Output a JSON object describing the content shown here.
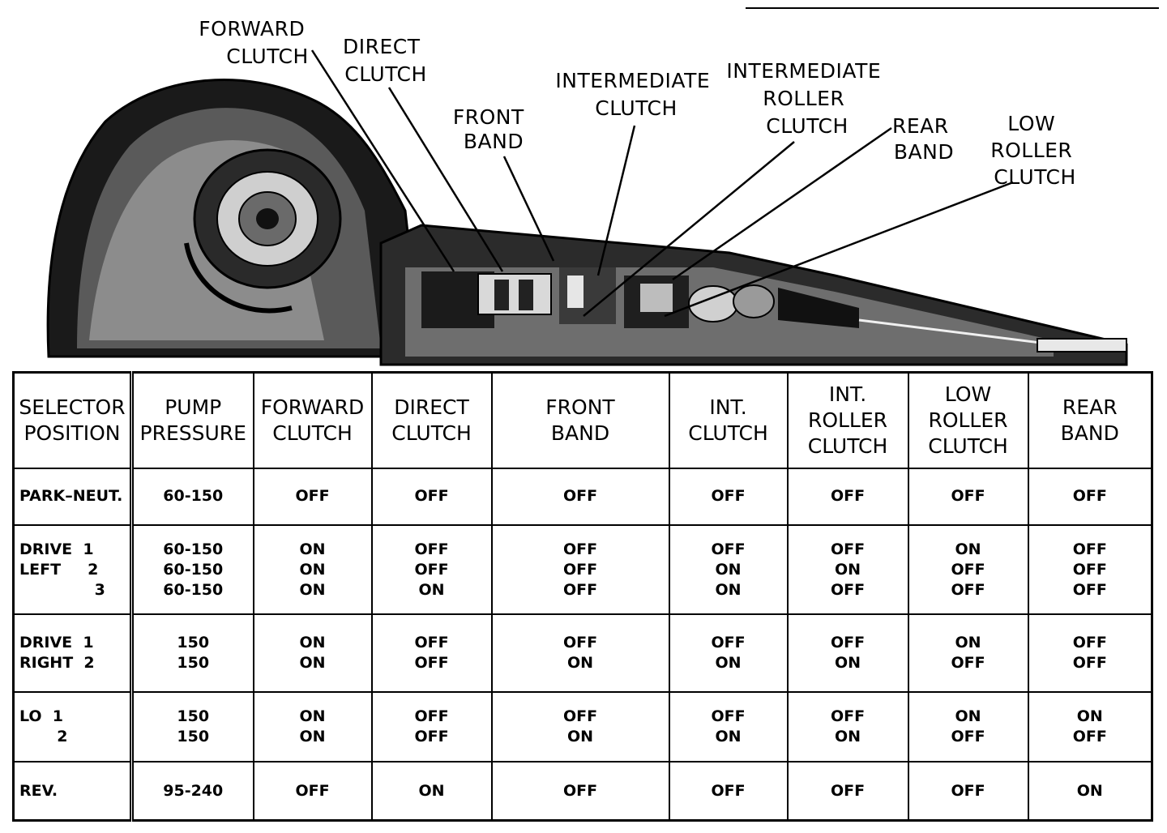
{
  "diagram": {
    "callouts": [
      {
        "key": "forward-clutch",
        "lines": [
          "FORWARD",
          "CLUTCH"
        ]
      },
      {
        "key": "direct-clutch",
        "lines": [
          "DIRECT",
          "CLUTCH"
        ]
      },
      {
        "key": "front-band",
        "lines": [
          "FRONT",
          "BAND"
        ]
      },
      {
        "key": "intermediate-clutch",
        "lines": [
          "INTERMEDIATE",
          "CLUTCH"
        ]
      },
      {
        "key": "intermediate-roller-clutch",
        "lines": [
          "INTERMEDIATE",
          "ROLLER",
          "CLUTCH"
        ]
      },
      {
        "key": "rear-band",
        "lines": [
          "REAR",
          "BAND"
        ]
      },
      {
        "key": "low-roller-clutch",
        "lines": [
          "LOW",
          "ROLLER",
          "CLUTCH"
        ]
      }
    ]
  },
  "table": {
    "headers": [
      [
        "SELECTOR",
        "POSITION"
      ],
      [
        "PUMP",
        "PRESSURE"
      ],
      [
        "FORWARD",
        "CLUTCH"
      ],
      [
        "DIRECT",
        "CLUTCH"
      ],
      [
        "FRONT",
        "BAND"
      ],
      [
        "INT.",
        "CLUTCH"
      ],
      [
        "INT.",
        "ROLLER",
        "CLUTCH"
      ],
      [
        "LOW",
        "ROLLER",
        "CLUTCH"
      ],
      [
        "REAR",
        "BAND"
      ]
    ],
    "rows": [
      {
        "selector": [
          "PARK–NEUT."
        ],
        "cells": [
          [
            "60-150"
          ],
          [
            "OFF"
          ],
          [
            "OFF"
          ],
          [
            "OFF"
          ],
          [
            "OFF"
          ],
          [
            "OFF"
          ],
          [
            "OFF"
          ],
          [
            "OFF"
          ]
        ]
      },
      {
        "selector": [
          "DRIVE  1",
          "LEFT     2",
          "              3"
        ],
        "cells": [
          [
            "60-150",
            "60-150",
            "60-150"
          ],
          [
            "ON",
            "ON",
            "ON"
          ],
          [
            "OFF",
            "OFF",
            "ON"
          ],
          [
            "OFF",
            "OFF",
            "OFF"
          ],
          [
            "OFF",
            "ON",
            "ON"
          ],
          [
            "OFF",
            "ON",
            "OFF"
          ],
          [
            "ON",
            "OFF",
            "OFF"
          ],
          [
            "OFF",
            "OFF",
            "OFF"
          ]
        ]
      },
      {
        "selector": [
          "DRIVE  1",
          "RIGHT  2"
        ],
        "cells": [
          [
            "150",
            "150"
          ],
          [
            "ON",
            "ON"
          ],
          [
            "OFF",
            "OFF"
          ],
          [
            "OFF",
            "ON"
          ],
          [
            "OFF",
            "ON"
          ],
          [
            "OFF",
            "ON"
          ],
          [
            "ON",
            "OFF"
          ],
          [
            "OFF",
            "OFF"
          ]
        ]
      },
      {
        "selector": [
          "LO  1",
          "       2"
        ],
        "cells": [
          [
            "150",
            "150"
          ],
          [
            "ON",
            "ON"
          ],
          [
            "OFF",
            "OFF"
          ],
          [
            "OFF",
            "ON"
          ],
          [
            "OFF",
            "ON"
          ],
          [
            "OFF",
            "ON"
          ],
          [
            "ON",
            "OFF"
          ],
          [
            "ON",
            "OFF"
          ]
        ]
      },
      {
        "selector": [
          "REV."
        ],
        "cells": [
          [
            "95-240"
          ],
          [
            "OFF"
          ],
          [
            "ON"
          ],
          [
            "OFF"
          ],
          [
            "OFF"
          ],
          [
            "OFF"
          ],
          [
            "OFF"
          ],
          [
            "ON"
          ]
        ]
      }
    ]
  }
}
